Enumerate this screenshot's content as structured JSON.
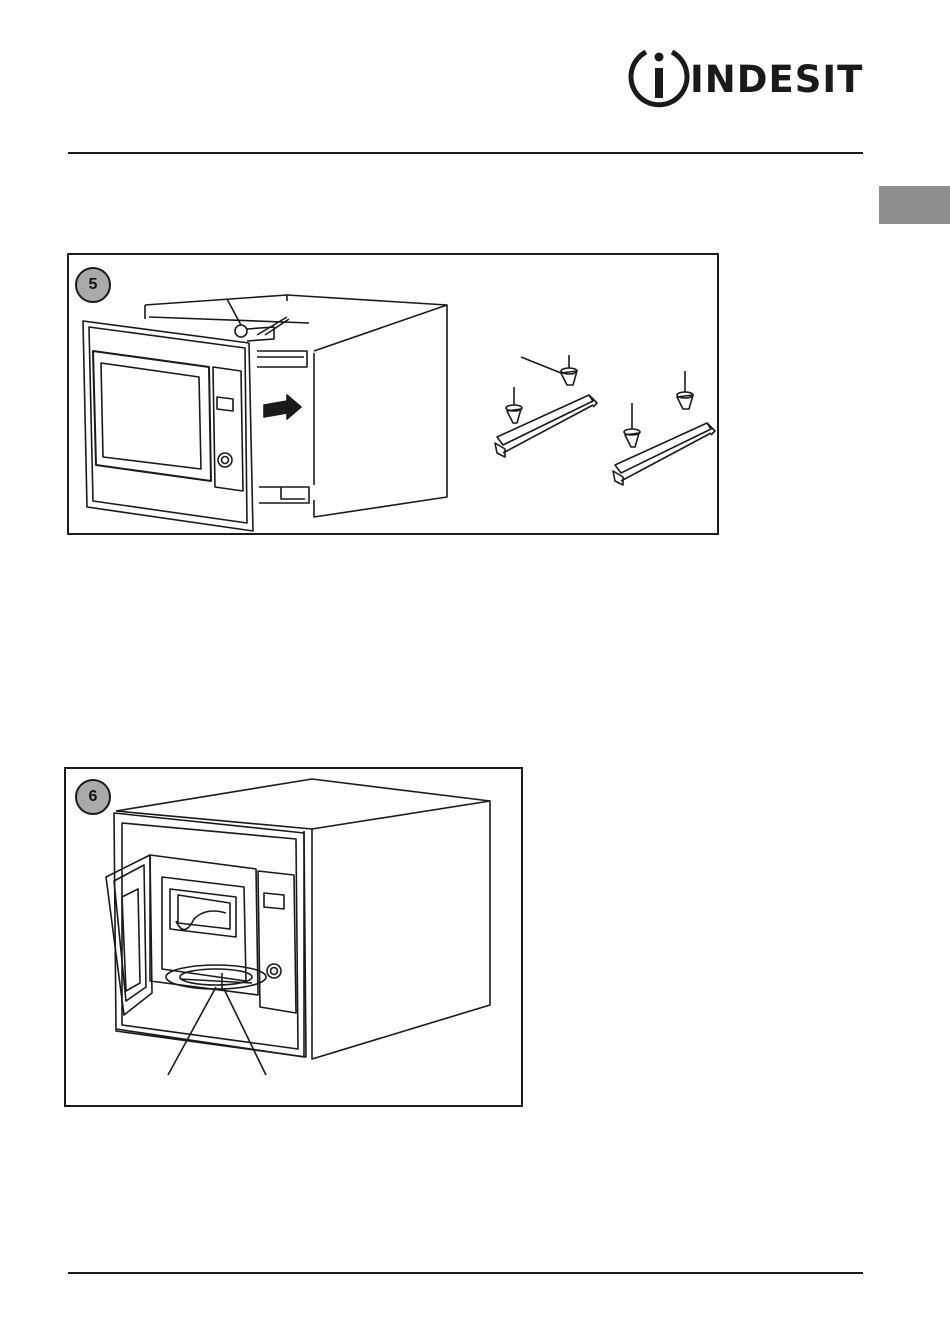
{
  "header": {
    "brand": "INDESIT",
    "logo_icon": "indesit-i-circle-icon"
  },
  "figures": [
    {
      "number": "5"
    },
    {
      "number": "6"
    }
  ],
  "colors": {
    "side_tab": "#8e8e8e",
    "badge": "#a9a9a9"
  }
}
